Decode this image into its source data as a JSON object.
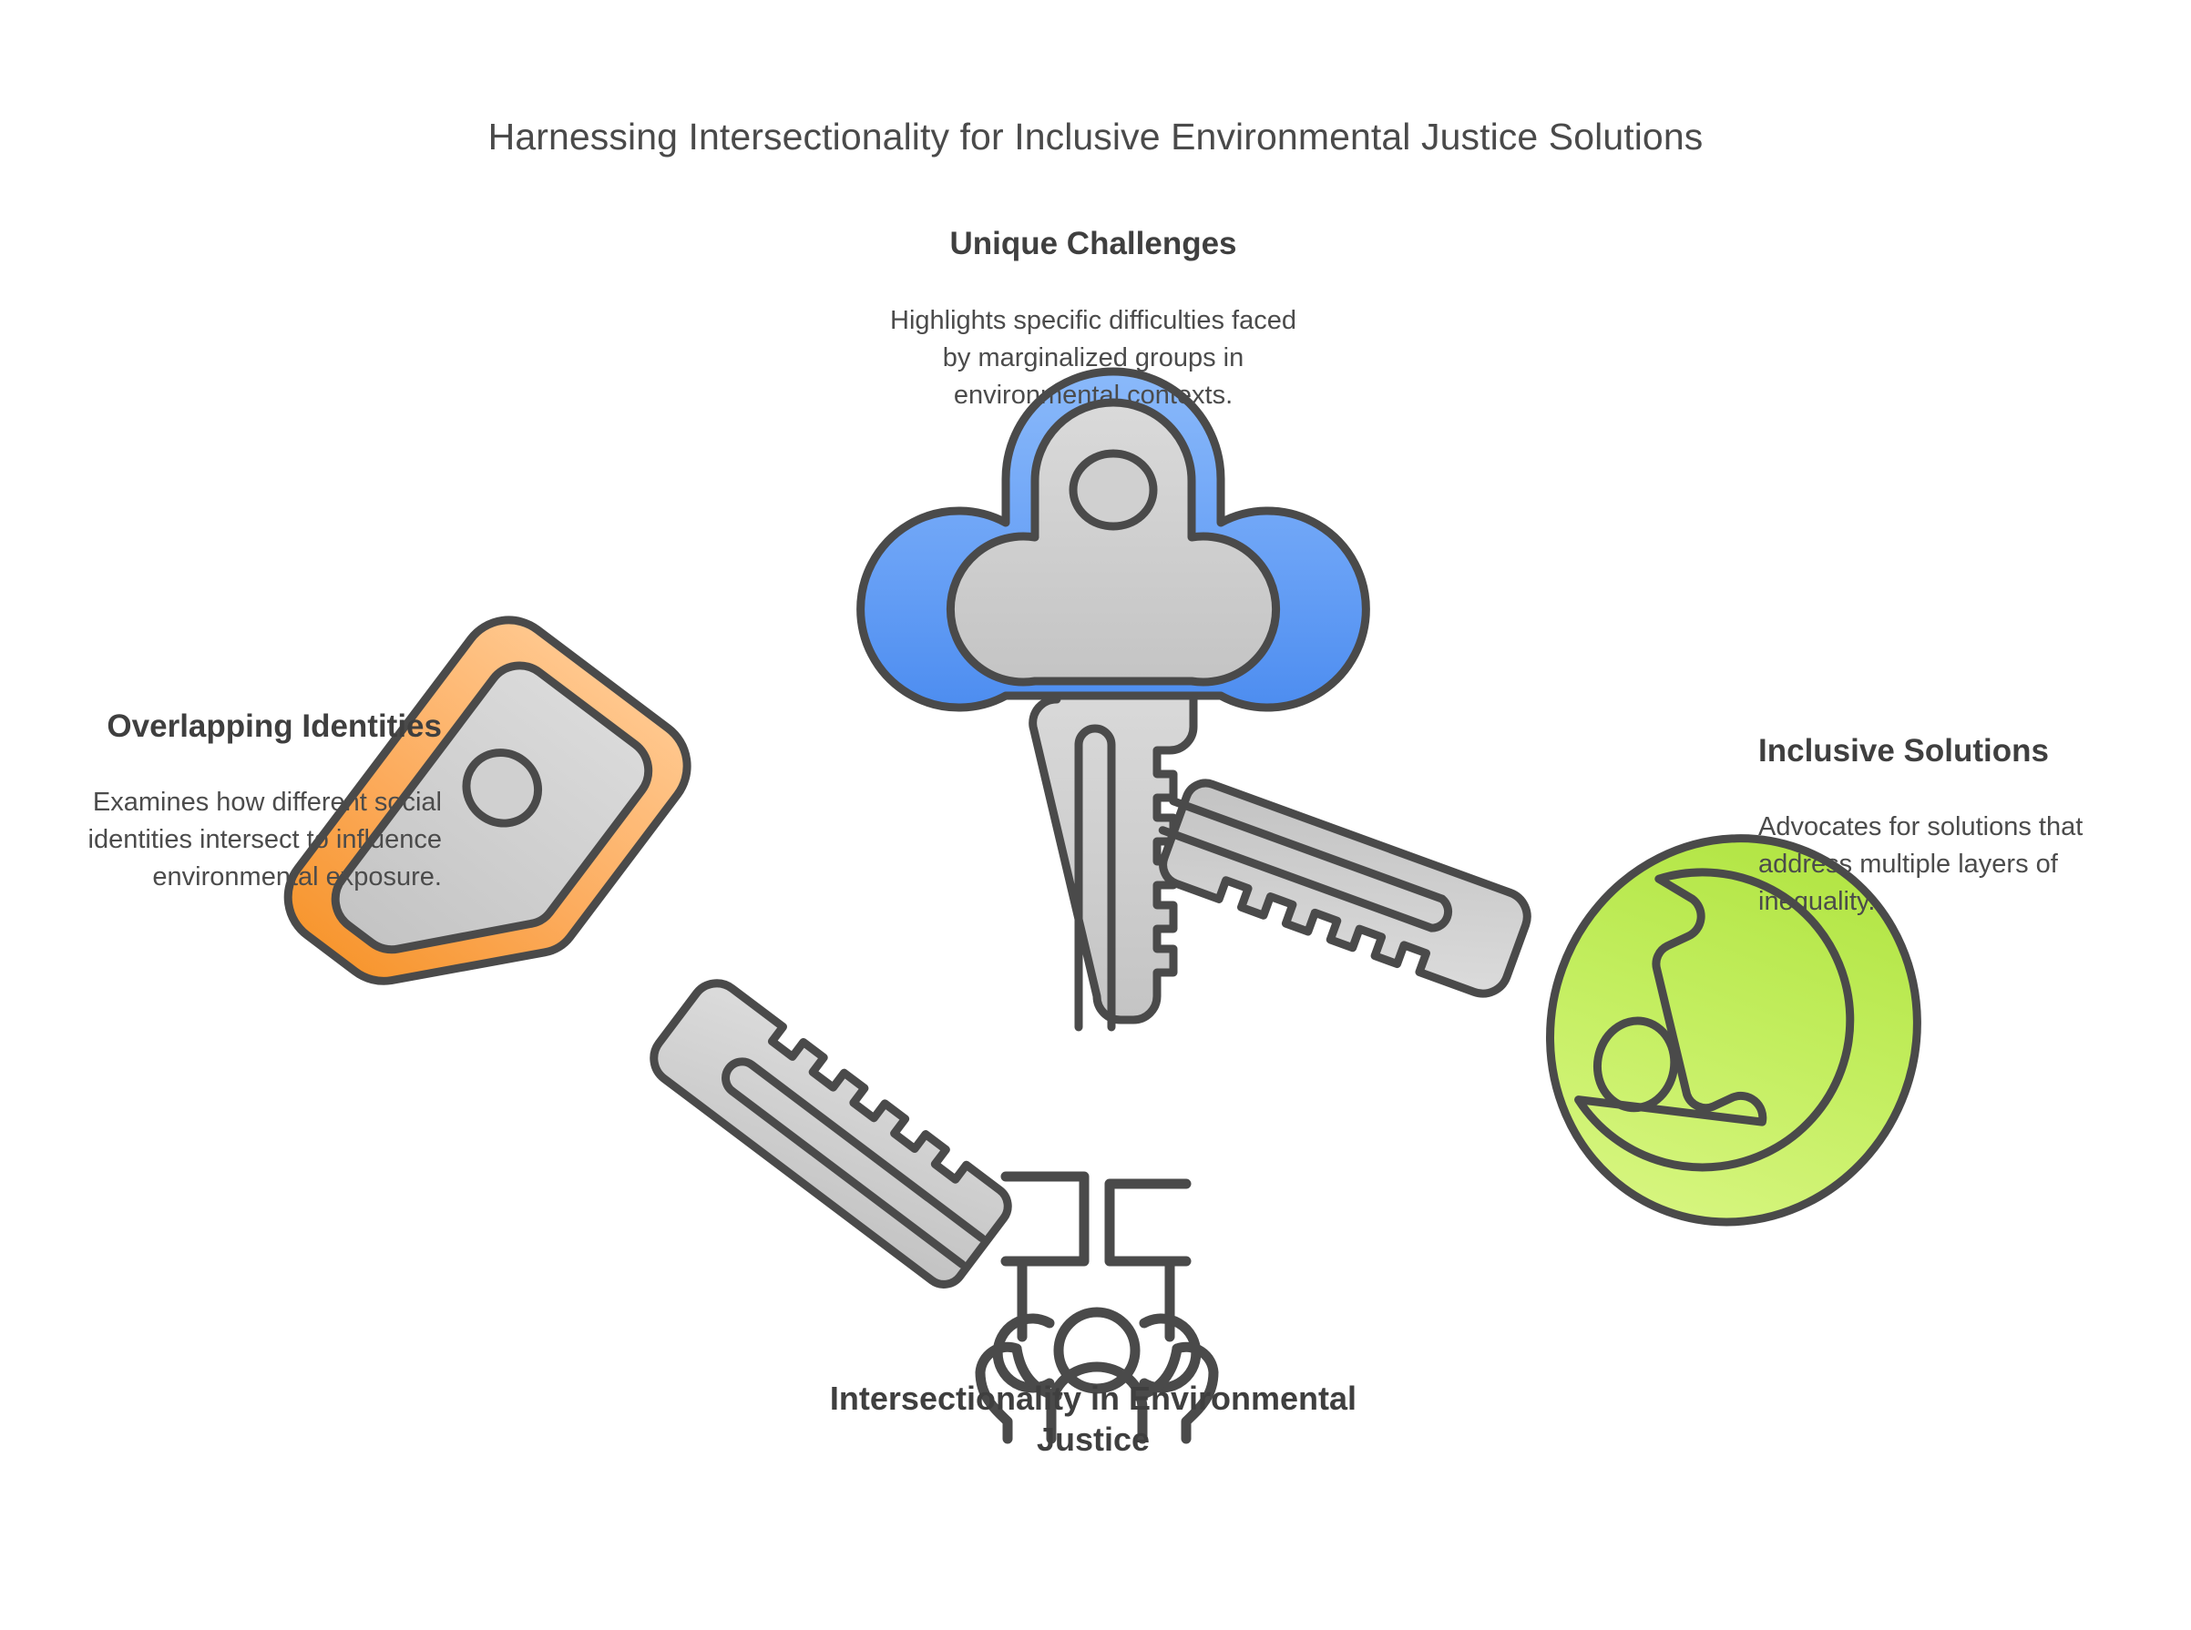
{
  "page": {
    "title": "Harnessing Intersectionality for Inclusive Environmental Justice Solutions",
    "background_color": "#ffffff",
    "text_color": "#444444"
  },
  "center_node": {
    "label": "Intersectionality in Environmental Justice",
    "icon": "protest-people-icon"
  },
  "nodes": [
    {
      "id": "unique-challenges",
      "position": "top-center",
      "heading": "Unique Challenges",
      "body": "Highlights specific difficulties faced by marginalized groups in environmental contexts.",
      "icon": "key-icon",
      "accent_color": "#5b95f0",
      "accent_color_light": "#7fb0f8",
      "key_head_shape": "trefoil"
    },
    {
      "id": "overlapping-identities",
      "position": "left",
      "heading": "Overlapping Identities",
      "body": "Examines how different social identities intersect to influence environmental exposure.",
      "icon": "key-icon",
      "accent_color": "#f79a3e",
      "accent_color_light": "#ffc183",
      "key_head_shape": "rounded-square"
    },
    {
      "id": "inclusive-solutions",
      "position": "right",
      "heading": "Inclusive Solutions",
      "body": "Advocates for solutions that address multiple layers of inequality.",
      "icon": "key-icon",
      "accent_color": "#b6e84f",
      "accent_color_light": "#d3f578",
      "key_head_shape": "circle"
    }
  ],
  "palette": {
    "key_metal": "#cccccc",
    "key_metal_light": "#dcdcdc",
    "key_outline": "#4a4a4a",
    "icon_stroke": "#4a4a4a"
  }
}
